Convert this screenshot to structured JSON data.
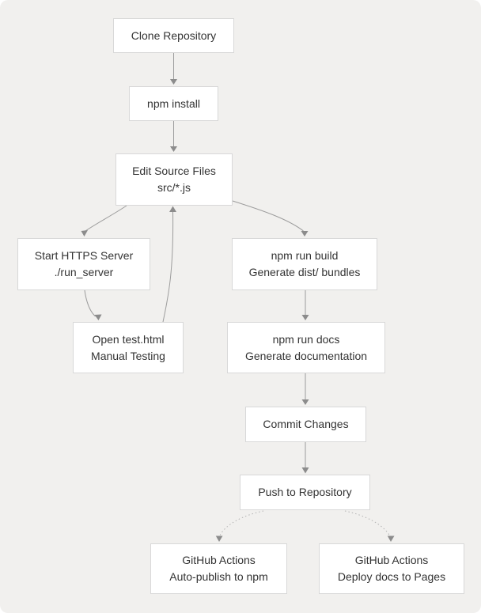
{
  "diagram": {
    "kind": "flowchart",
    "colors": {
      "background": "#f1f0ee",
      "node_fill": "#ffffff",
      "node_border": "#d8d8d8",
      "text": "#333333",
      "edge_solid": "#9c9c9c",
      "edge_dotted": "#b3b3b3",
      "arrowhead": "#8c8c8c"
    }
  },
  "nodes": [
    {
      "id": "clone",
      "lines": [
        "Clone Repository"
      ]
    },
    {
      "id": "npm-install",
      "lines": [
        "npm install"
      ]
    },
    {
      "id": "edit-source",
      "lines": [
        "Edit Source Files",
        "src/*.js"
      ]
    },
    {
      "id": "start-server",
      "lines": [
        "Start HTTPS Server",
        "./run_server"
      ]
    },
    {
      "id": "run-build",
      "lines": [
        "npm run build",
        "Generate dist/ bundles"
      ]
    },
    {
      "id": "open-test",
      "lines": [
        "Open test.html",
        "Manual Testing"
      ]
    },
    {
      "id": "run-docs",
      "lines": [
        "npm run docs",
        "Generate documentation"
      ]
    },
    {
      "id": "commit",
      "lines": [
        "Commit Changes"
      ]
    },
    {
      "id": "push",
      "lines": [
        "Push to Repository"
      ]
    },
    {
      "id": "gha-npm",
      "lines": [
        "GitHub Actions",
        "Auto-publish to npm"
      ]
    },
    {
      "id": "gha-pages",
      "lines": [
        "GitHub Actions",
        "Deploy docs to Pages"
      ]
    }
  ],
  "edges": [
    {
      "from": "clone",
      "to": "npm-install",
      "style": "solid"
    },
    {
      "from": "npm-install",
      "to": "edit-source",
      "style": "solid"
    },
    {
      "from": "edit-source",
      "to": "start-server",
      "style": "solid"
    },
    {
      "from": "edit-source",
      "to": "run-build",
      "style": "solid"
    },
    {
      "from": "start-server",
      "to": "open-test",
      "style": "solid"
    },
    {
      "from": "open-test",
      "to": "edit-source",
      "style": "solid"
    },
    {
      "from": "run-build",
      "to": "run-docs",
      "style": "solid"
    },
    {
      "from": "run-docs",
      "to": "commit",
      "style": "solid"
    },
    {
      "from": "commit",
      "to": "push",
      "style": "solid"
    },
    {
      "from": "push",
      "to": "gha-npm",
      "style": "dotted"
    },
    {
      "from": "push",
      "to": "gha-pages",
      "style": "dotted"
    }
  ]
}
